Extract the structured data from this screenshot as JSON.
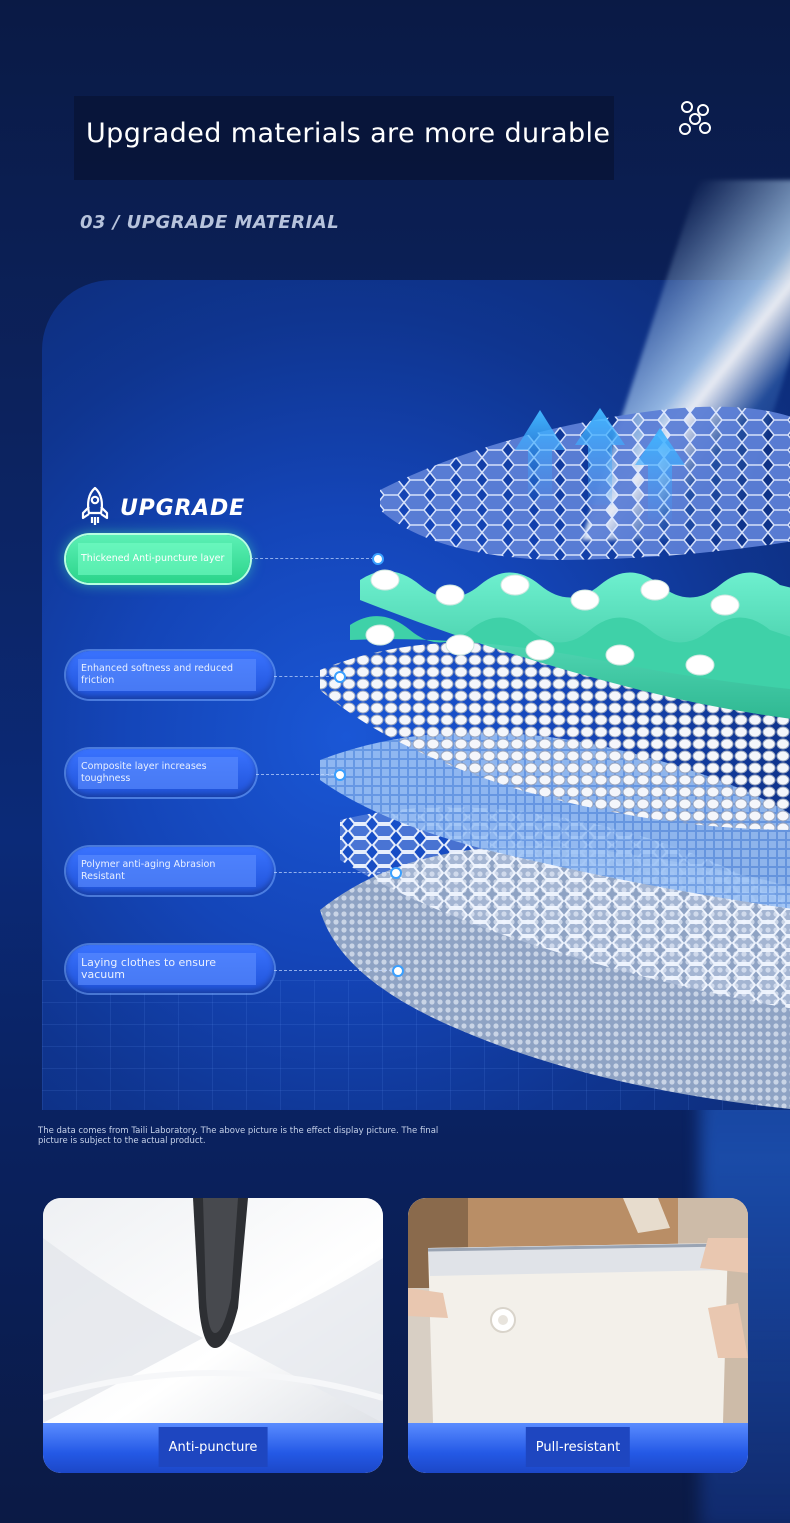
{
  "header": {
    "title": "Upgraded materials are more durable",
    "subtitle": "03 / UPGRADE MATERIAL",
    "icon": "molecule-icon"
  },
  "upgrade": {
    "label": "UPGRADE",
    "icon": "rocket-icon"
  },
  "layers": [
    {
      "label": "Thickened Anti-puncture layer",
      "highlighted": true
    },
    {
      "label": "Enhanced softness and reduced friction",
      "highlighted": false
    },
    {
      "label": "Composite layer increases toughness",
      "highlighted": false
    },
    {
      "label": "Polymer anti-aging Abrasion Resistant",
      "highlighted": false
    },
    {
      "label": "Laying clothes to ensure vacuum",
      "highlighted": false
    }
  ],
  "disclaimer": "The data comes from Taili Laboratory. The above picture is the effect display picture. The final picture is subject to the actual product.",
  "cards": [
    {
      "caption": "Anti-puncture"
    },
    {
      "caption": "Pull-resistant"
    }
  ],
  "colors": {
    "background": "#0b1d4d",
    "accent_blue": "#2459e6",
    "accent_green": "#2bd48a",
    "layer_teal": "#46d6b0"
  }
}
